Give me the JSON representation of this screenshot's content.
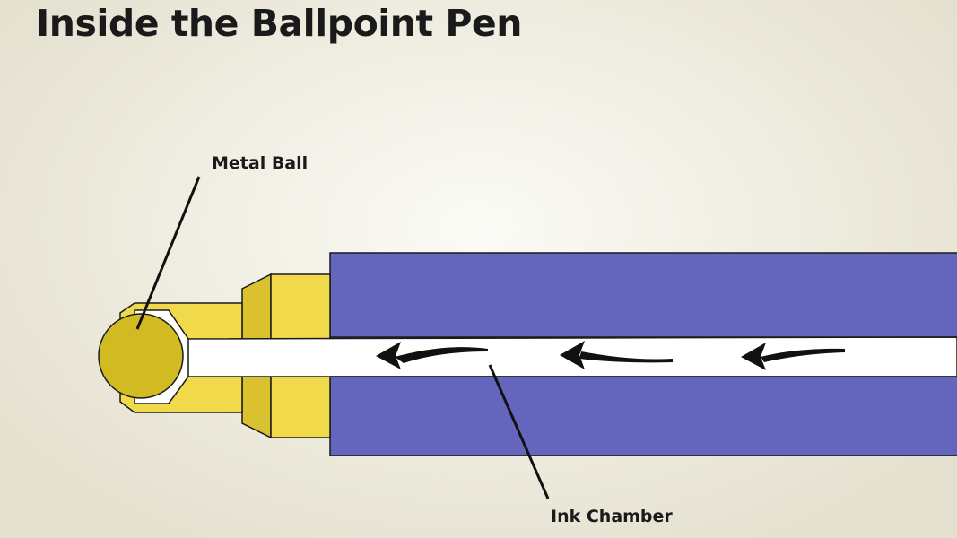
{
  "title": "Inside the Ballpoint Pen",
  "labels": {
    "metal_ball": "Metal Ball",
    "ink_chamber": "Ink Chamber"
  },
  "colors": {
    "barrel": "#6466bd",
    "tip": "#f0d94a",
    "tip_shadow": "#d9c12f",
    "ball": "#d2bb22",
    "ink_channel": "#ffffff",
    "outline": "#1a1a1a"
  }
}
